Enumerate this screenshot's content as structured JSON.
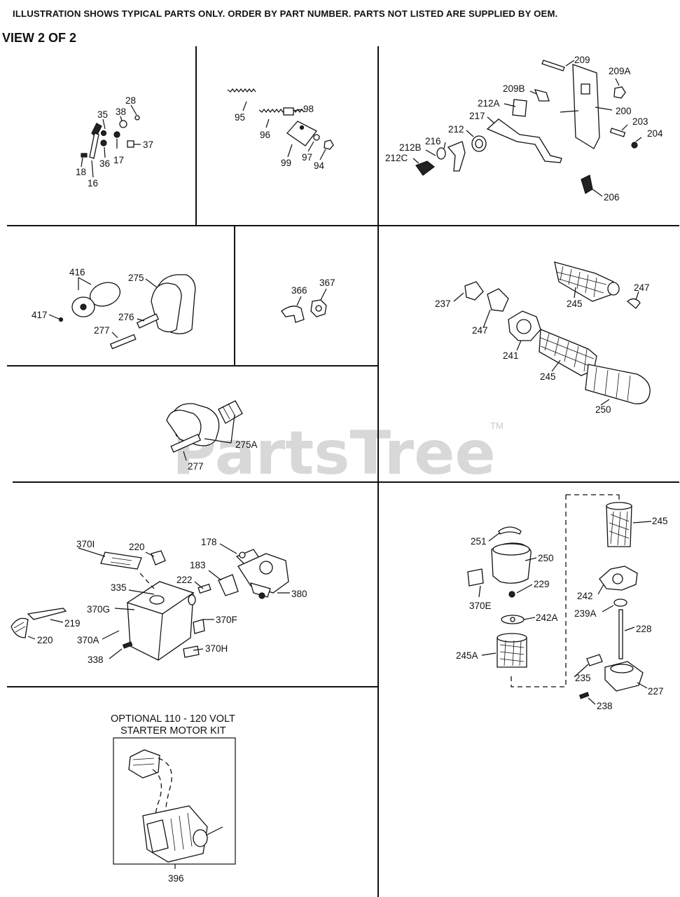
{
  "header": {
    "notice": "ILLUSTRATION SHOWS TYPICAL PARTS ONLY. ORDER BY PART NUMBER. PARTS NOT LISTED ARE SUPPLIED BY OEM.",
    "view": "VIEW 2 OF 2"
  },
  "watermark": {
    "text": "PartsTree",
    "tm": "TM"
  },
  "optional_kit": {
    "line1": "OPTIONAL 110 - 120 VOLT",
    "line2": "STARTER MOTOR KIT"
  },
  "labels": {
    "p28": "28",
    "p35": "35",
    "p38": "38",
    "p37": "37",
    "p17": "17",
    "p36": "36",
    "p18": "18",
    "p16": "16",
    "p98": "98",
    "p95": "95",
    "p96": "96",
    "p97": "97",
    "p99": "99",
    "p94": "94",
    "p209": "209",
    "p209A": "209A",
    "p209B": "209B",
    "p212A": "212A",
    "p217": "217",
    "p200": "200",
    "p203": "203",
    "p204": "204",
    "p212": "212",
    "p216": "216",
    "p212B": "212B",
    "p212C": "212C",
    "p206": "206",
    "p416": "416",
    "p275": "275",
    "p417": "417",
    "p276": "276",
    "p277": "277",
    "p366": "366",
    "p367": "367",
    "p237": "237",
    "p247a": "247",
    "p245a": "245",
    "p247b": "247",
    "p241": "241",
    "p245b": "245",
    "p250a": "250",
    "p275A": "275A",
    "p277b": "277",
    "p370I": "370I",
    "p220a": "220",
    "p178": "178",
    "p183": "183",
    "p222": "222",
    "p335": "335",
    "p380": "380",
    "p370G": "370G",
    "p219": "219",
    "p370F": "370F",
    "p370A": "370A",
    "p220b": "220",
    "p370H": "370H",
    "p338": "338",
    "p245c": "245",
    "p251": "251",
    "p250b": "250",
    "p229": "229",
    "p370E": "370E",
    "p242": "242",
    "p239A": "239A",
    "p242A": "242A",
    "p228": "228",
    "p245A": "245A",
    "p235": "235",
    "p227": "227",
    "p238": "238",
    "p396": "396"
  }
}
